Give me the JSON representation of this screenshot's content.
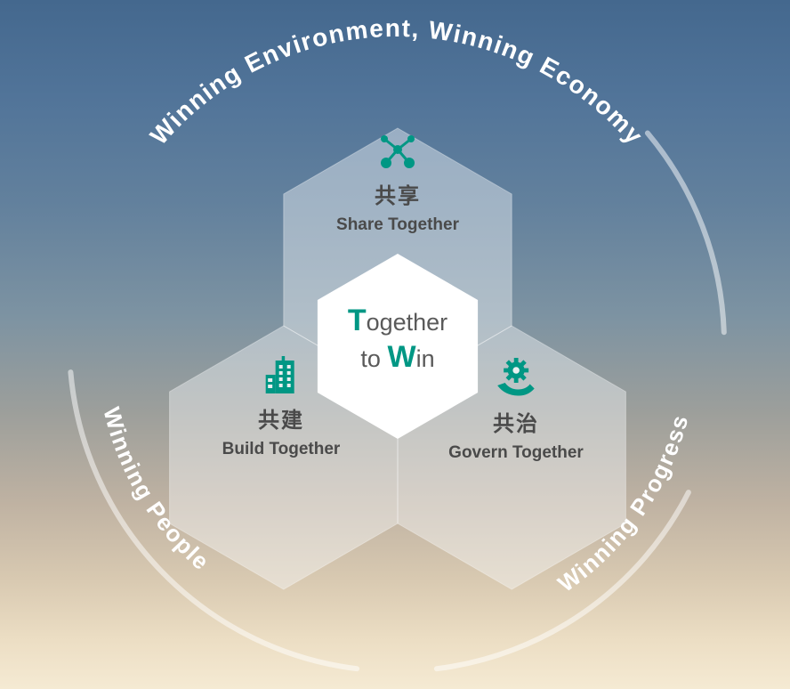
{
  "colors": {
    "accent_teal": "#009784",
    "label_gray": "#4a4a4a",
    "slogan_gray": "#5a5a5a",
    "arc_text_white": "#ffffff",
    "sky_top": "#44688e",
    "horizon_bottom": "#f5ead3"
  },
  "arc_labels": {
    "top": "Winning Environment, Winning Economy",
    "bottom_left": "Winning People",
    "bottom_right": "Winning Progress"
  },
  "center": {
    "line1_accent": "T",
    "line1_rest": "ogether",
    "line2_pre": "to",
    "line2_accent": "W",
    "line2_rest": "in"
  },
  "hexagons": [
    {
      "id": "share",
      "zh": "共享",
      "en": "Share Together",
      "icon": "network-nodes-icon"
    },
    {
      "id": "build",
      "zh": "共建",
      "en": "Build Together",
      "icon": "building-icon"
    },
    {
      "id": "govern",
      "zh": "共治",
      "en": "Govern Together",
      "icon": "gear-hand-icon"
    }
  ]
}
